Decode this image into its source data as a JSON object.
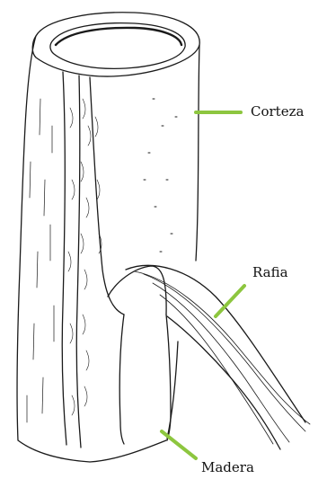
{
  "diagram": {
    "labels": {
      "corteza": "Corteza",
      "rafia": "Rafia",
      "madera": "Madera"
    },
    "colors": {
      "leader_line": "#8dc63f",
      "ink": "#1a1a1a",
      "background": "#ffffff"
    }
  }
}
